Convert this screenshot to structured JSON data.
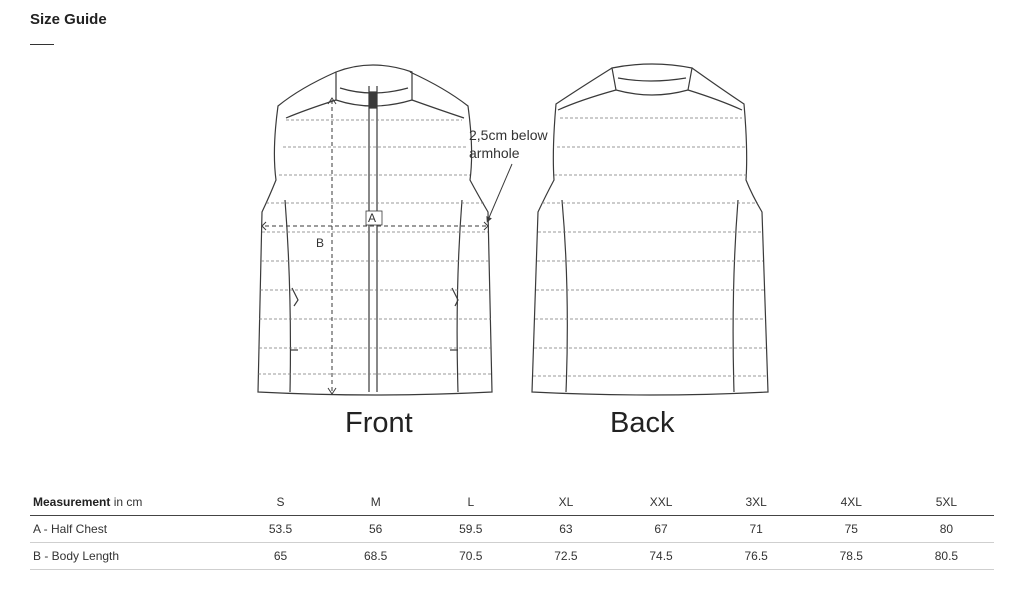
{
  "page": {
    "title": "Size Guide"
  },
  "illustration": {
    "front_label": "Front",
    "back_label": "Back",
    "annotation_line1": "2,5cm below",
    "annotation_line2": "armhole",
    "marker_a": "A",
    "marker_b": "B",
    "line_color": "#3a3a3a"
  },
  "size_table": {
    "header_bold": "Measurement",
    "header_unit": " in cm",
    "sizes": [
      "S",
      "M",
      "L",
      "XL",
      "XXL",
      "3XL",
      "4XL",
      "5XL"
    ],
    "rows": [
      {
        "label": "A - Half Chest",
        "values": [
          "53.5",
          "56",
          "59.5",
          "63",
          "67",
          "71",
          "75",
          "80"
        ]
      },
      {
        "label": "B - Body Length",
        "values": [
          "65",
          "68.5",
          "70.5",
          "72.5",
          "74.5",
          "76.5",
          "78.5",
          "80.5"
        ]
      }
    ]
  }
}
